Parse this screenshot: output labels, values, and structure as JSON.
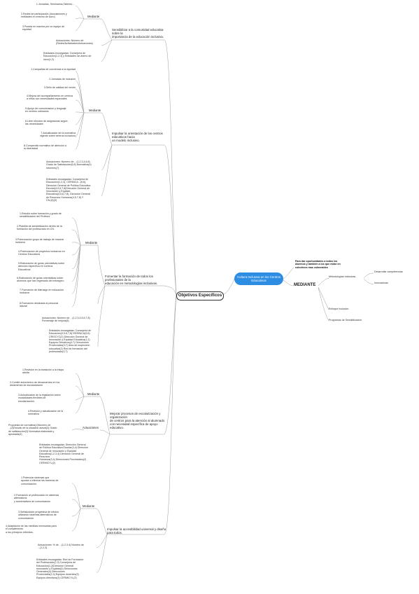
{
  "center": "Cultura Inclusiva en los Centros Educativos",
  "objetivos": "Objetivos Específicos",
  "right": {
    "top_text": "Para dar oportunidades a todos los alumnos y también a los que están en colectivos mas vulnerables",
    "mediante": "MEDIANTE",
    "metodologias": "Metodologías Inclusivas",
    "desarrollar": "Desarrollar competencias",
    "innovadoras": "Innovadoras",
    "enfoque": "Enfoque Inclusivo",
    "programas": "Programas de Sensibilización"
  },
  "b1": {
    "title": "Sensibilizar a la comunidad educativa sobre la\nimportancia de la educación inclusiva.",
    "mediante": "Mediante",
    "items": [
      "1.Jornadas, Seminarios,Talleres...",
      "2.Redes de participación (Asociaciones y\nentidades en entorno de lucro)",
      "3.Puesta en marcha por un equipo de\nequidad"
    ],
    "actuaciones": "Actuaciones: Número de\n(Redes/Actividades/Actuaciones)",
    "entidades": "Entidades encargadas: Consejería de\nEducación(1,2,3) y Entidades sin ánimo de\nlucro(1,2)"
  },
  "b2": {
    "title": "Impulsar la orientación de los centros\neducativos hacia\nun modelo inclusivo.",
    "mediante": "Mediante",
    "items": [
      "1.Campañas de conciencia a la equidad",
      "2.Jornadas de inclusión",
      "3.Sello de calidad del centro",
      "4.Mejora del acompañamiento en centros\na niños con necesidades especiales",
      "5.Apoyo de comunicación y lenguaje\nen centros ordinarios",
      "6.Libre elección de asignaturas según\nlas necesidades",
      "7.Actualización de la normativa\nvigente sobre centros inclusivos",
      "8.Compendio normativo de atención a\nla diversidad"
    ],
    "actuaciones": "Actuaciones: Número de... (1,2,3,4,6,8)\nGrado de Satisfacción(6,8) Normativa(4)\nInformes(7)",
    "entidades": "Entidades encargadas: Consejería de\nEducación(1,2,3), CERMICA...(5,6),\nDirección General de Política Educativa\nEscolar(4,5,6,7,8)Dirección General de\nInnovación y Equidad\nEducativa(4,5,6,7,8), Dirección General\nde Recursos Humanos(4,5,7,8) Y\nCN.(8)(9)"
  },
  "b3": {
    "title": "Fomentar la formación de todos los\nprofesionales de la\neducación en metodologías inclusivas.",
    "mediante": "Mediante",
    "items": [
      "1.Estudio sobre formación y grado de\nsensibilización del Profesor",
      "2.Plantilla de sensibilización dentro de la\nformación del profesorado en CN.",
      "3.Potenciación grupo de trabajo de manera\ninclusiva",
      "4.Potenciación de proyectos inclusivos en\nCentros Educativos",
      "5.Elaboración de guías orientativas sobre\natención específica en Centros\nEducativos",
      "6.Elaboración de guías orientativas sobre\nalumnos que han regresado del extranjero",
      "7.Formación de liderazgo en educación\ninclusiva",
      "8.Formación destinada al personal\nlaboral"
    ],
    "actuaciones": "Actuaciones: Número de ...(1,2,3,4,5,6,7,8)\nPorcentaje de mejora(8)",
    "entidades": "Entidades encargadas: Consejería de\nEducación(3,5,6,7,8) ISERNICA(5,6)\nCRISCYC(2) Dirección General de\nInnovación y Equidad Educativa(1,2)\nEquipos Directivos(4,7) Direcciones\nProvinciales(3,7) Área de inspección\neducativa(2) Red de formación del\nprofesorado(3,7)"
  },
  "b4": {
    "title": "Mejorar procesos de escolarización y\norganización\nde centros para la atención al alumnado\ncon necesidad específica de apoyo\neducativo.",
    "mediante": "Mediante",
    "actuaciones_label": "Actuaciones",
    "items": [
      "1.Revisión en la transición a la etapa\nadulta",
      "2.Comité autonómico de desacuerdos en los\ndictámenes de escolarización",
      "3.Actualización de la legislación sobre\nmodalidades flexibles de\nescolarización.",
      "4.Revisión y actualización de la\nnormativa"
    ],
    "propuesta": "Propuesta de normativa(1)Número de\n...(2)Estudio de la situación actual(3) Grado\nde satisfacción(3) Normativa elaborada y\naprobada(4)",
    "entidades": "Entidades encargadas: Dirección General\nde Política Educativa Escolar(3,4) Dirección\nGeneral de Innovación y Equidad\nEducativa(1,2,3,4) Dirección General de\nRecursos\nHumanos(3,4) Direcciones Provinciales(2)\nCERMICYL(2)"
  },
  "b5": {
    "title": "Impulsar la accesibilidad universal y diseño\npara todos.",
    "mediante": "Mediante",
    "items": [
      "1.Potenciar sistemas que\nayudan a eliminar las barreras de\ncomunicación.",
      "2.Formación al profesorado en sistemas\nalternativos\ny aumentativos de comunicación",
      "3.Señalización progresiva de rótulos\nutilizando sistemas alternativos de\ncomunicación",
      "4.Adaptación de las medidas necesarias para\nel cumplimiento\na los principios referidos."
    ],
    "actuaciones": "Actuaciones: % de ...(1,2,3,4) Número de\n...(1,2,3)",
    "entidades": "Entidades encargadas: Red de Formación\ndel Profesorado(2,3) Consejería de\nEducación(1,2)Dirección General\nInnovación y Equidad(4) Direcciones\nGenerales(4) Direcciones\nProvinciales(2,4) Equipos docentes(3)\nEquipos directivos(3) CERMICYL(2)"
  }
}
